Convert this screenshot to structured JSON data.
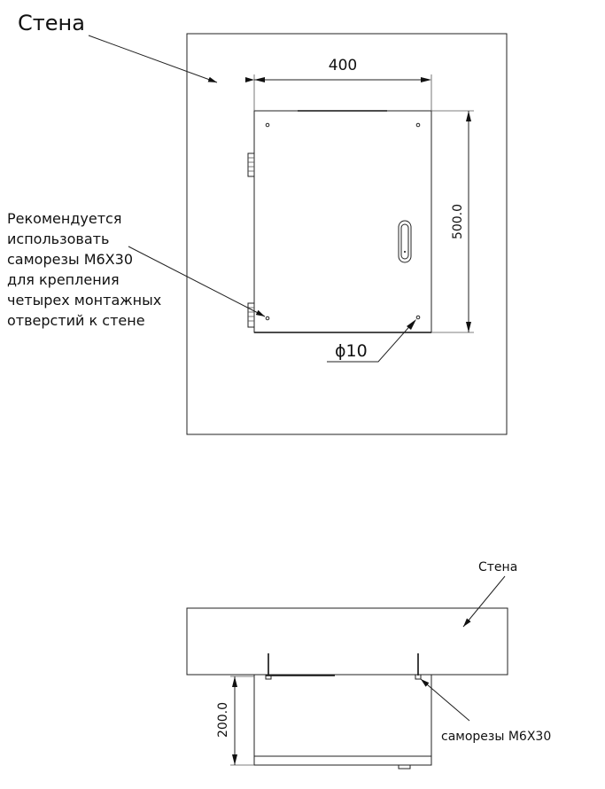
{
  "front_view": {
    "wall_label": "Стена",
    "width_dim": "400",
    "height_dim": "500.0",
    "hole_dim": "ϕ10",
    "note_lines": [
      "Рекомендуется",
      "использовать",
      "саморезы М6Х30",
      "для крепления",
      "четырех монтажных",
      "отверстий к стене"
    ]
  },
  "side_view": {
    "wall_label": "Стена",
    "depth_dim": "200.0",
    "screw_label": "саморезы М6Х30"
  }
}
